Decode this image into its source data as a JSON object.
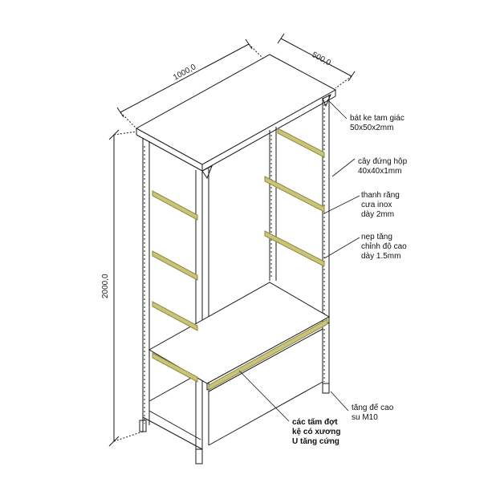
{
  "dimensions": {
    "length": "1000,0",
    "depth": "500,0",
    "height": "2000,0"
  },
  "callouts": {
    "bracket": "bát ke tam giác\n50x50x2mm",
    "post": "cây đứng hộp\n40x40x1mm",
    "rack": "thanh răng\ncưa inox\ndày 2mm",
    "strip": "nẹp tăng\nchỉnh độ cao\ndày 1.5mm",
    "foot": "tăng đế cao\nsu M10",
    "panel": "các tấm đợt\nkệ có xương\nU tăng cứng"
  },
  "colors": {
    "line": "#1a1a1a",
    "rail": "#c8c47a",
    "rail_edge": "#8f8a3c"
  }
}
